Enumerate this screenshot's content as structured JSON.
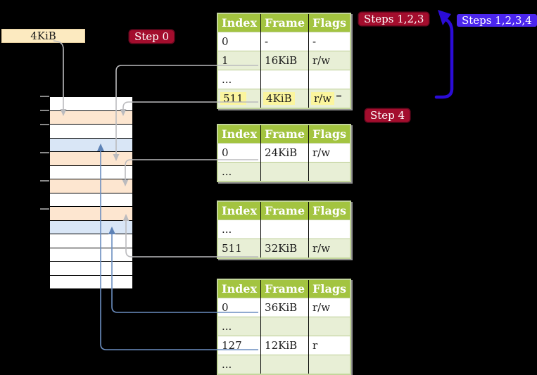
{
  "labels": {
    "frame_pointer": "4KiB",
    "step0": "Step 0",
    "steps123": "Steps 1,2,3",
    "steps1234": "Steps 1,2,3,4",
    "step4": "Step 4"
  },
  "tables": [
    {
      "id": "page-table-1",
      "headers": [
        "Index",
        "Frame",
        "Flags"
      ],
      "rows": [
        {
          "cells": [
            "0",
            "-",
            "-"
          ],
          "highlight": false
        },
        {
          "cells": [
            "1",
            "16KiB",
            "r/w"
          ],
          "highlight": false
        },
        {
          "cells": [
            "...",
            "",
            ""
          ],
          "highlight": false
        },
        {
          "cells": [
            "511",
            "4KiB",
            "r/w"
          ],
          "highlight": true
        }
      ]
    },
    {
      "id": "page-table-2",
      "headers": [
        "Index",
        "Frame",
        "Flags"
      ],
      "rows": [
        {
          "cells": [
            "0",
            "24KiB",
            "r/w"
          ],
          "highlight": false
        },
        {
          "cells": [
            "...",
            "",
            ""
          ],
          "highlight": false
        }
      ]
    },
    {
      "id": "page-table-3",
      "headers": [
        "Index",
        "Frame",
        "Flags"
      ],
      "rows": [
        {
          "cells": [
            "...",
            "",
            ""
          ],
          "highlight": false
        },
        {
          "cells": [
            "511",
            "32KiB",
            "r/w"
          ],
          "highlight": false
        }
      ]
    },
    {
      "id": "page-table-4",
      "headers": [
        "Index",
        "Frame",
        "Flags"
      ],
      "rows": [
        {
          "cells": [
            "0",
            "36KiB",
            "r/w"
          ],
          "highlight": false
        },
        {
          "cells": [
            "...",
            "",
            ""
          ],
          "highlight": false
        },
        {
          "cells": [
            "127",
            "12KiB",
            "r"
          ],
          "highlight": false
        },
        {
          "cells": [
            "...",
            "",
            ""
          ],
          "highlight": false
        }
      ]
    }
  ],
  "memory_stack": {
    "row_types": [
      "white",
      "peach",
      "white",
      "blue",
      "peach",
      "white",
      "peach",
      "white",
      "peach",
      "blue",
      "white",
      "white",
      "white",
      "white"
    ],
    "tick_positions": [
      137,
      157,
      177,
      217,
      257,
      297
    ]
  },
  "colors": {
    "background": "#000000",
    "table_header_green": "#a3c440",
    "table_row_green": "#e8efd6",
    "table_border_green": "#c3d69b",
    "highlight_yellow": "#fbf59e",
    "frame_peach": "#fde6d0",
    "frame_blue": "#d9e6f6",
    "label_cream": "#fceac0",
    "badge_red": "#a30d2d",
    "badge_violet": "#4b26ee",
    "arrow_violet": "#2b0cd6",
    "arrow_gray": "#bbbbbe",
    "arrow_steelblue": "#6b8ec0"
  }
}
